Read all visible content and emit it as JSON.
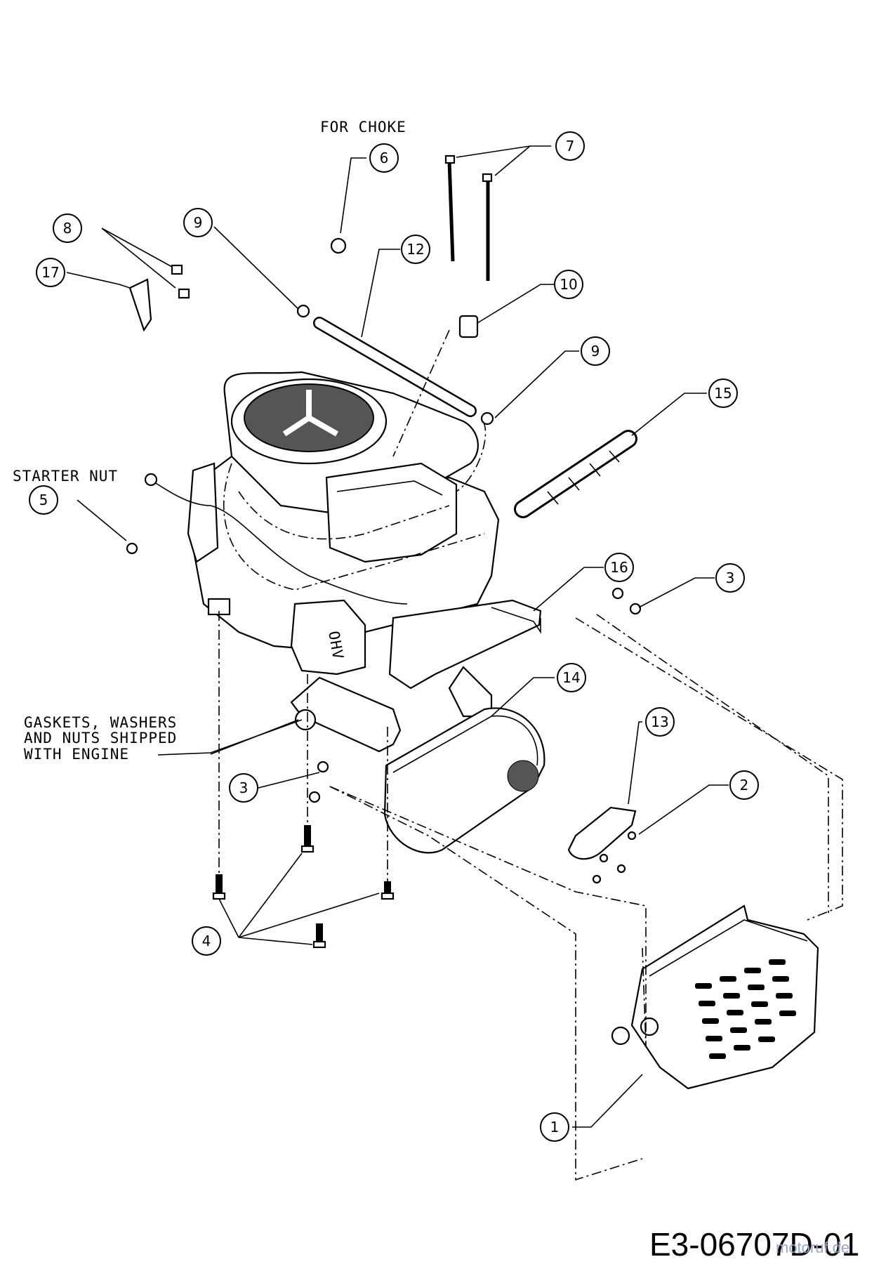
{
  "notes": {
    "for_choke": "FOR CHOKE",
    "starter_nut": "STARTER NUT",
    "gaskets_line1": "GASKETS, WASHERS",
    "gaskets_line2": "AND NUTS SHIPPED",
    "gaskets_line3": "WITH ENGINE",
    "engine_badge": "OHV"
  },
  "callouts": {
    "c1": "1",
    "c2": "2",
    "c3a": "3",
    "c3b": "3",
    "c4": "4",
    "c5": "5",
    "c6": "6",
    "c7": "7",
    "c8": "8",
    "c9a": "9",
    "c9b": "9",
    "c10": "10",
    "c12": "12",
    "c13": "13",
    "c14": "14",
    "c15": "15",
    "c16": "16",
    "c17": "17"
  },
  "drawing_code": "E3-06707D-01",
  "watermark": "motoruf.de"
}
